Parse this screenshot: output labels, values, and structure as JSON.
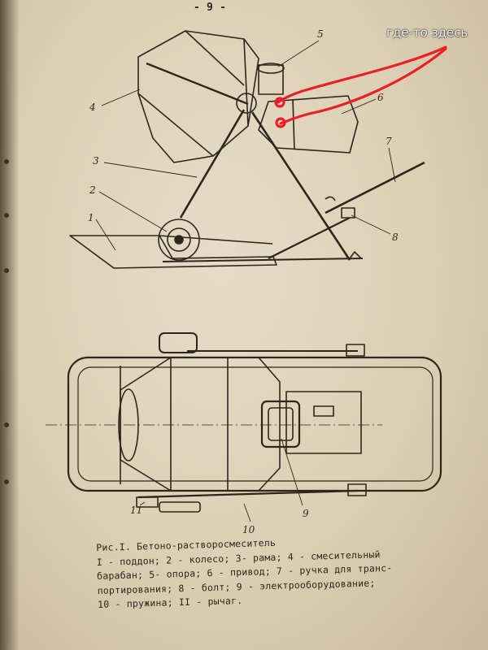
{
  "page_number": "- 9 -",
  "annotation": "где-то здесь",
  "figure_labels": {
    "l1": "1",
    "l2": "2",
    "l3": "3",
    "l4": "4",
    "l5": "5",
    "l6": "6",
    "l7": "7",
    "l8": "8",
    "l9": "9",
    "l10": "10",
    "l11": "11"
  },
  "caption": {
    "title": "Рис.I. Бетоно-растворосмеситель",
    "lines": [
      "I - поддон; 2 - колесо; 3- рама; 4 - смесительный",
      "барабан; 5- опора; 6 - привод; 7 - ручка для транс-",
      "портирования; 8 - болт; 9 - электрооборудование;",
      "10 - пружина; II - рычаг."
    ]
  },
  "colors": {
    "paper": "#dccfb5",
    "ink": "#2e261c",
    "annotation_stroke": "#e8202a"
  }
}
